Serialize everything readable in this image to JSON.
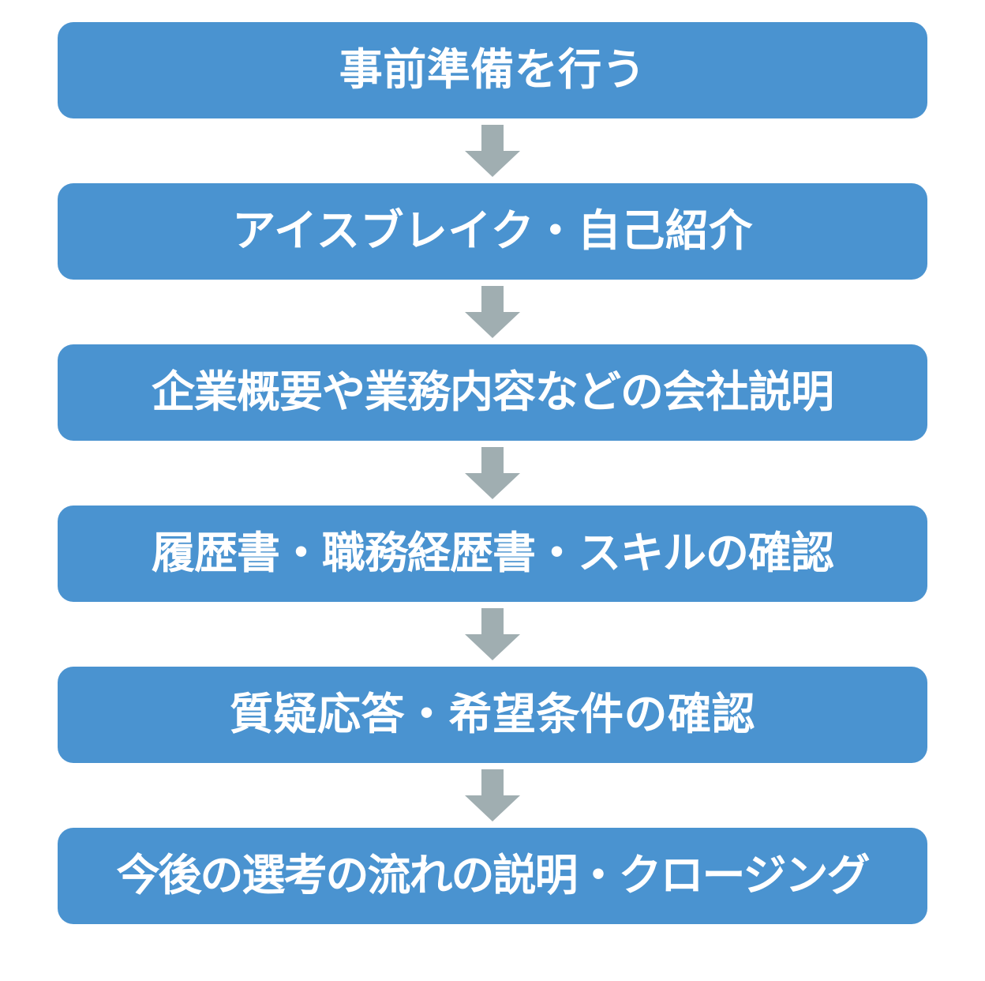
{
  "diagram": {
    "title": "",
    "type": "vertical-flowchart",
    "background_color": "#ffffff",
    "box_color": "#4a93d0",
    "box_text_color": "#ffffff",
    "arrow_color": "#a0aeb1",
    "steps": [
      {
        "label": "事前準備を行う"
      },
      {
        "label": "アイスブレイク・自己紹介"
      },
      {
        "label": "企業概要や業務内容などの会社説明"
      },
      {
        "label": "履歴書・職務経歴書・スキルの確認"
      },
      {
        "label": "質疑応答・希望条件の確認"
      },
      {
        "label": "今後の選考の流れの説明・クロージング"
      }
    ],
    "connectors": [
      {
        "name": "down-arrow"
      },
      {
        "name": "down-arrow"
      },
      {
        "name": "down-arrow"
      },
      {
        "name": "down-arrow"
      },
      {
        "name": "down-arrow"
      }
    ]
  }
}
